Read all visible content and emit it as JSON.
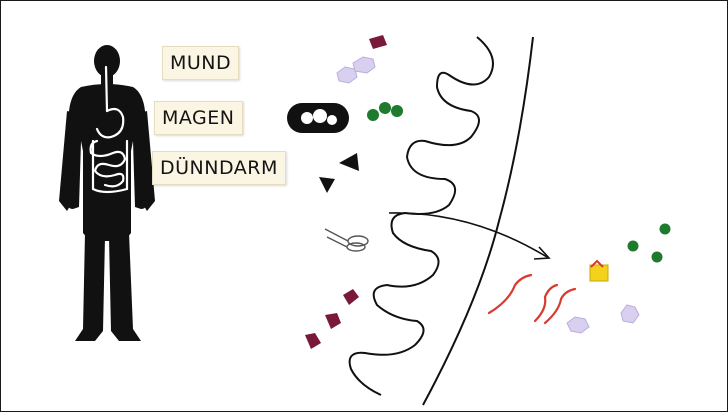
{
  "labels": {
    "mund": "MUND",
    "magen": "MAGEN",
    "duenndarm": "DÜNNDARM"
  },
  "colors": {
    "background": "#ffffff",
    "body_silhouette": "#111111",
    "digestive_tract": "#ffffff",
    "label_paper": "#fbf6e4",
    "protein_fragment": "#7a1a3a",
    "lipid_purple": "#d8d0ee",
    "green_balls": "#1f7a2e",
    "fiber_red": "#d93a2e",
    "yellow_cube": "#f2d21b",
    "line_black": "#111111"
  },
  "icons": {
    "human_body": "human-silhouette-with-digestive-tract",
    "mouth_pill": "black-pill-with-three-white-circles",
    "scissors": "scissors-icon"
  }
}
